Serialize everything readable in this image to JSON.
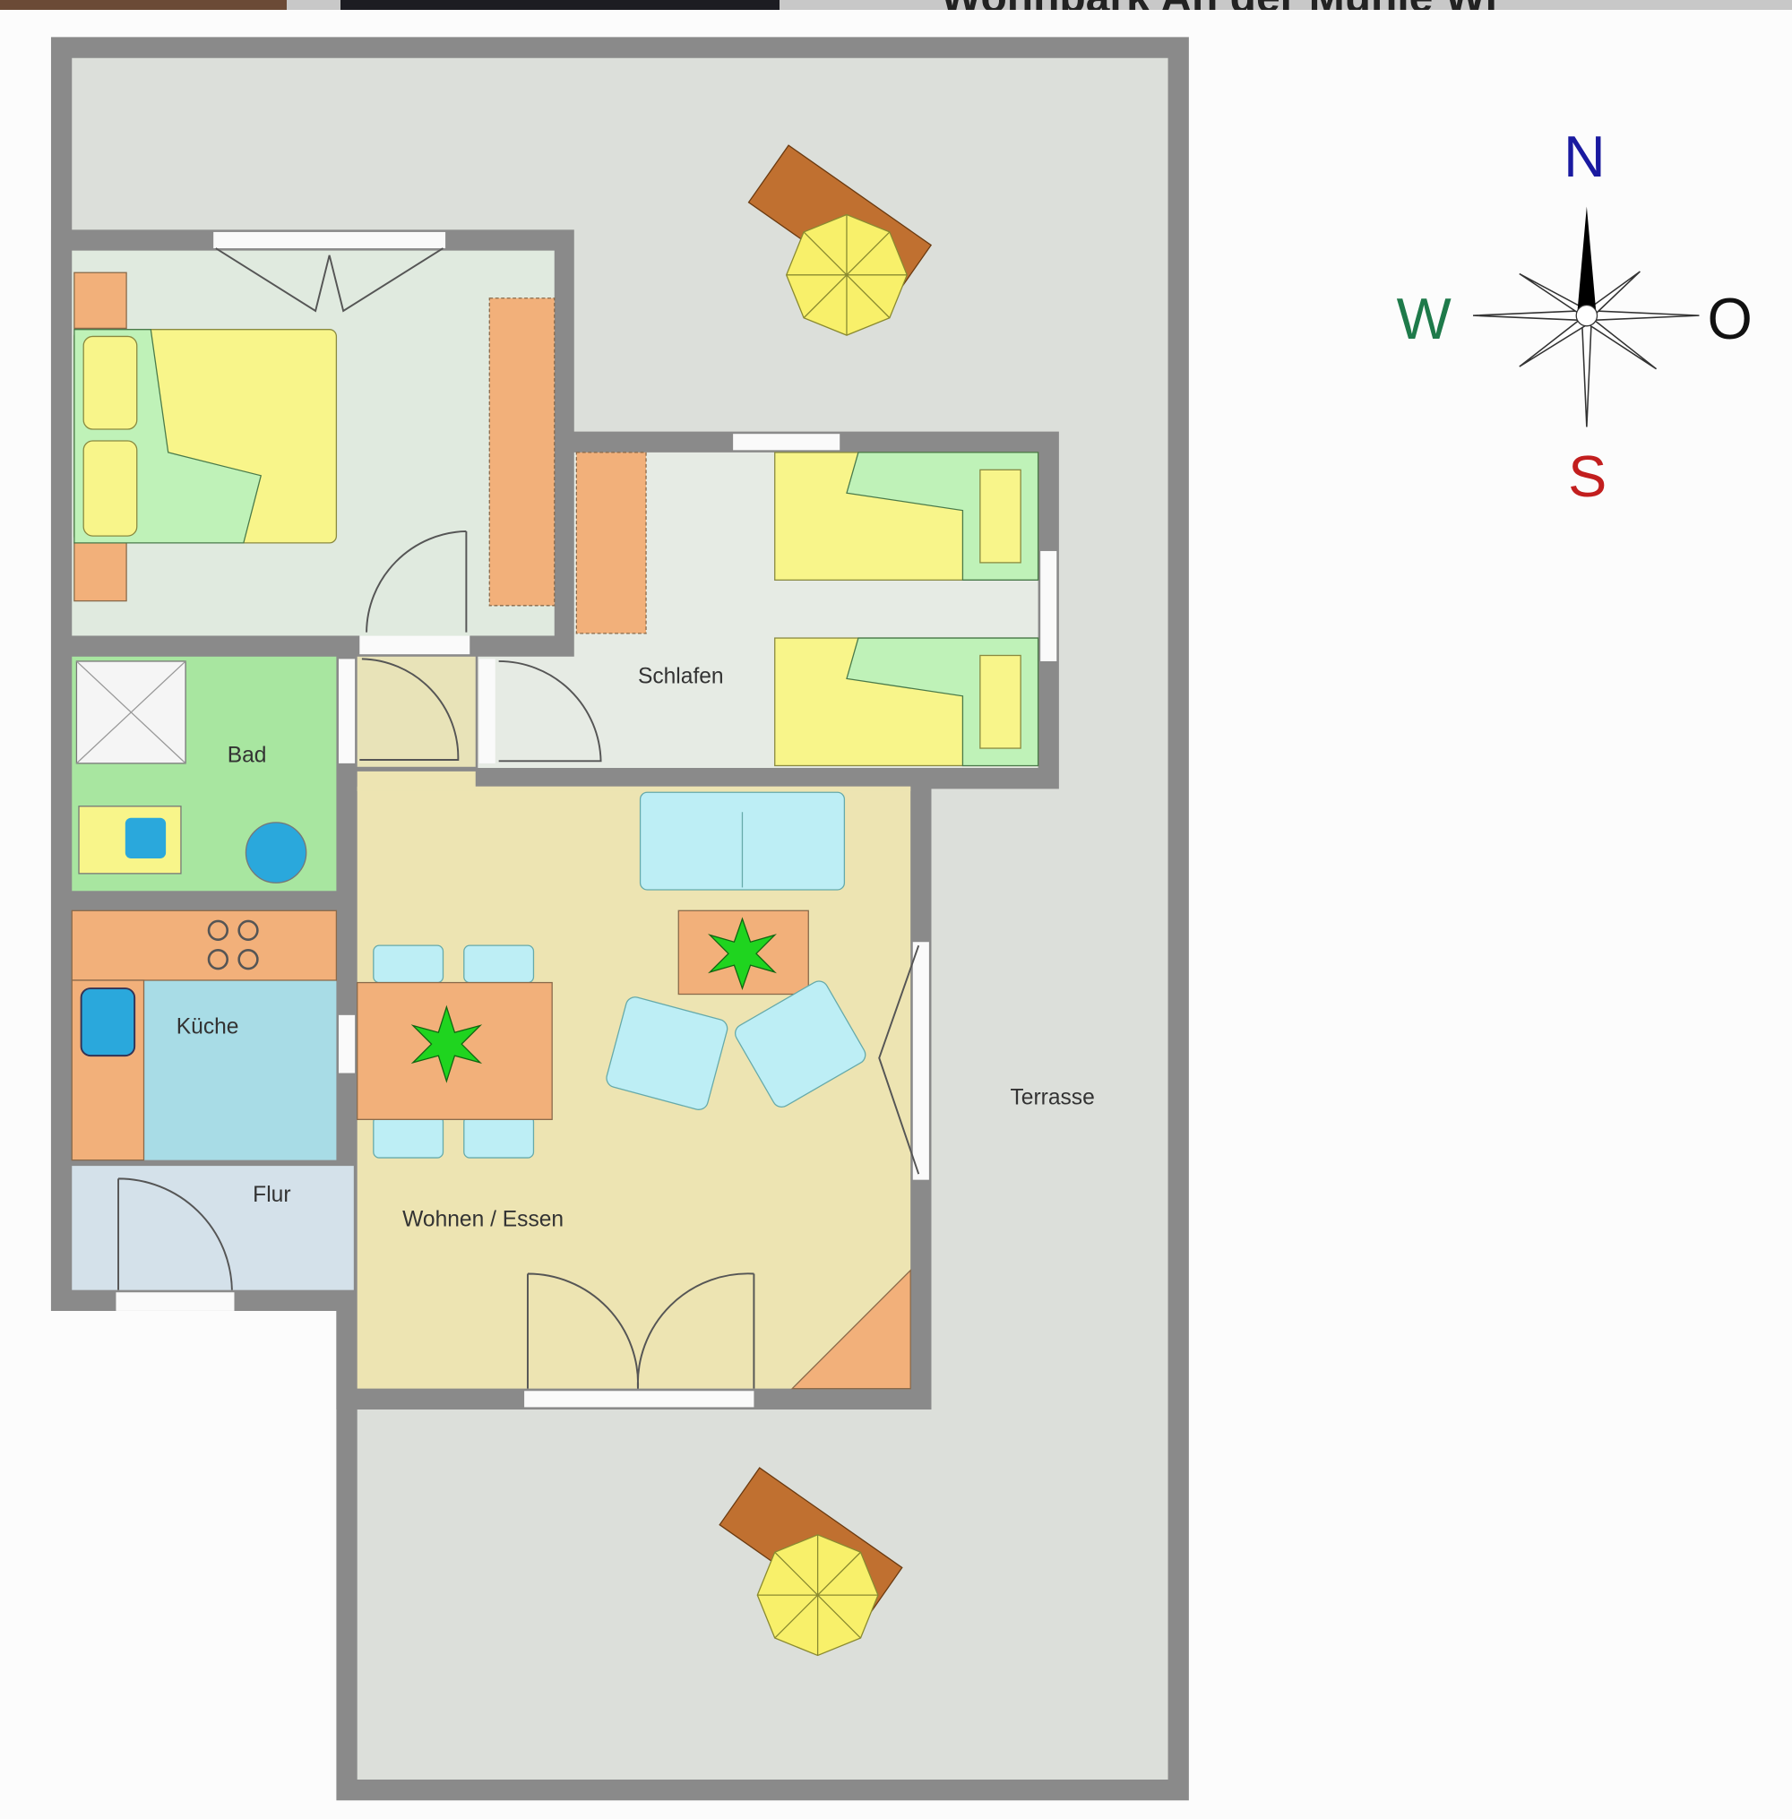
{
  "header": {
    "title": "Wohnpark An der Mühle Wi"
  },
  "rooms": {
    "schlafen": "Schlafen",
    "bad": "Bad",
    "kueche": "Küche",
    "flur": "Flur",
    "wohnen": "Wohnen / Essen",
    "terrasse": "Terrasse"
  },
  "compass": {
    "north": "N",
    "west": "W",
    "east": "O",
    "south": "S"
  },
  "colors": {
    "wall": "#8a8a8a",
    "terrace": "#dcdfda",
    "bedroom": "#e0eadf",
    "bed": "#f8f58a",
    "blanket": "#bff2b8",
    "furniture": "#f2b07a",
    "water": "#a8e4ee",
    "living": "#ede4b2",
    "north": "#1a1aa0",
    "west": "#1e7a4a",
    "south": "#c21e1e"
  }
}
